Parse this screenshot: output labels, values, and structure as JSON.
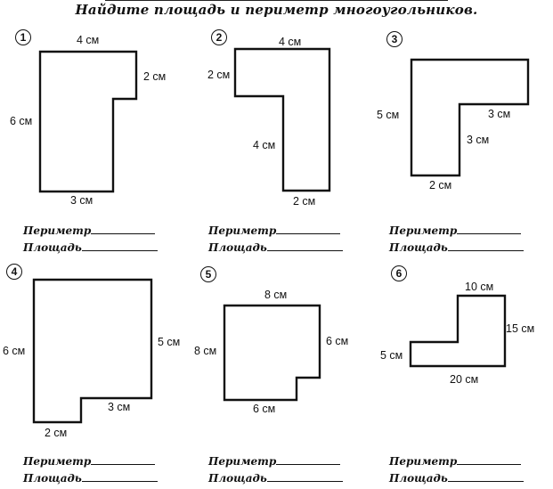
{
  "title": "Найдите площадь и периметр многоугольников.",
  "answer_labels": {
    "perimeter": "Периметр",
    "area": "Площадь"
  },
  "problems": [
    {
      "number": "1",
      "dims": [
        "4 см",
        "2 см",
        "6 см",
        "3 см"
      ]
    },
    {
      "number": "2",
      "dims": [
        "4 см",
        "2 см",
        "4 см",
        "2 см"
      ]
    },
    {
      "number": "3",
      "dims": [
        "5 см",
        "3 см",
        "3 см",
        "2 см"
      ]
    },
    {
      "number": "4",
      "dims": [
        "6 см",
        "5 см",
        "3 см",
        "2 см"
      ]
    },
    {
      "number": "5",
      "dims": [
        "8 см",
        "8 см",
        "6 см",
        "6 см"
      ]
    },
    {
      "number": "6",
      "dims": [
        "10 см",
        "15 см",
        "5 см",
        "20 см"
      ]
    }
  ]
}
